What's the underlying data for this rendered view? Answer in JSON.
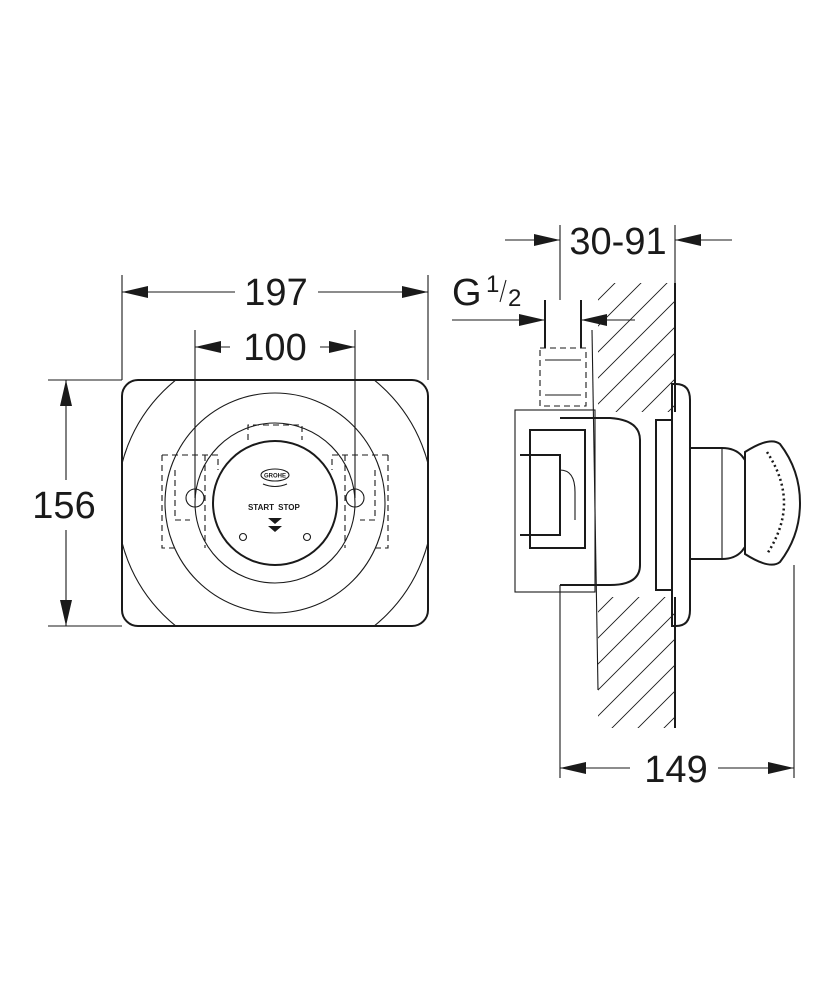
{
  "dimensions": {
    "plate_width": "197",
    "mount_spacing": "100",
    "plate_height": "156",
    "wall_range": "30-91",
    "thread_letter": "G",
    "thread_numerator": "1",
    "thread_denominator": "2",
    "projection": "149"
  },
  "faceplate": {
    "brand": "GROHE",
    "start_label": "START",
    "stop_label": "STOP"
  }
}
